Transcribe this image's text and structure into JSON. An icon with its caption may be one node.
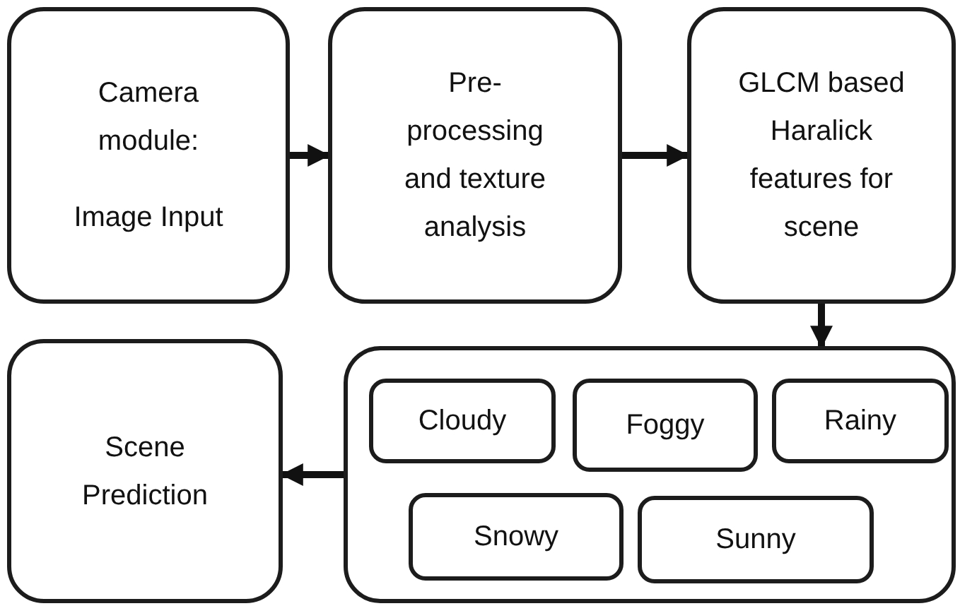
{
  "diagram": {
    "nodes": [
      {
        "text": [
          "Camera module:",
          "Image Input"
        ]
      },
      {
        "text": [
          "Pre- processing and texture analysis"
        ]
      },
      {
        "text": [
          "GLCM based Haralick features for scene"
        ]
      },
      {
        "text": [
          "Scene Prediction"
        ]
      },
      {
        "text": [],
        "shape": "box"
      },
      {
        "text": [
          "Cloudy"
        ],
        "in": 4
      },
      {
        "text": [
          "Foggy"
        ],
        "in": 4
      },
      {
        "text": [
          "Rainy"
        ],
        "in": 4
      },
      {
        "text": [
          "Snowy"
        ],
        "in": 4
      },
      {
        "text": [
          "Sunny"
        ],
        "in": 4
      }
    ],
    "edges": [
      {
        "from": 0,
        "to": 1,
        "arrow": "to"
      },
      {
        "from": 1,
        "to": 2,
        "arrow": "to"
      },
      {
        "from": 2,
        "to": 4,
        "arrow": "to"
      },
      {
        "from": 4,
        "to": 3,
        "arrow": "to"
      }
    ]
  }
}
